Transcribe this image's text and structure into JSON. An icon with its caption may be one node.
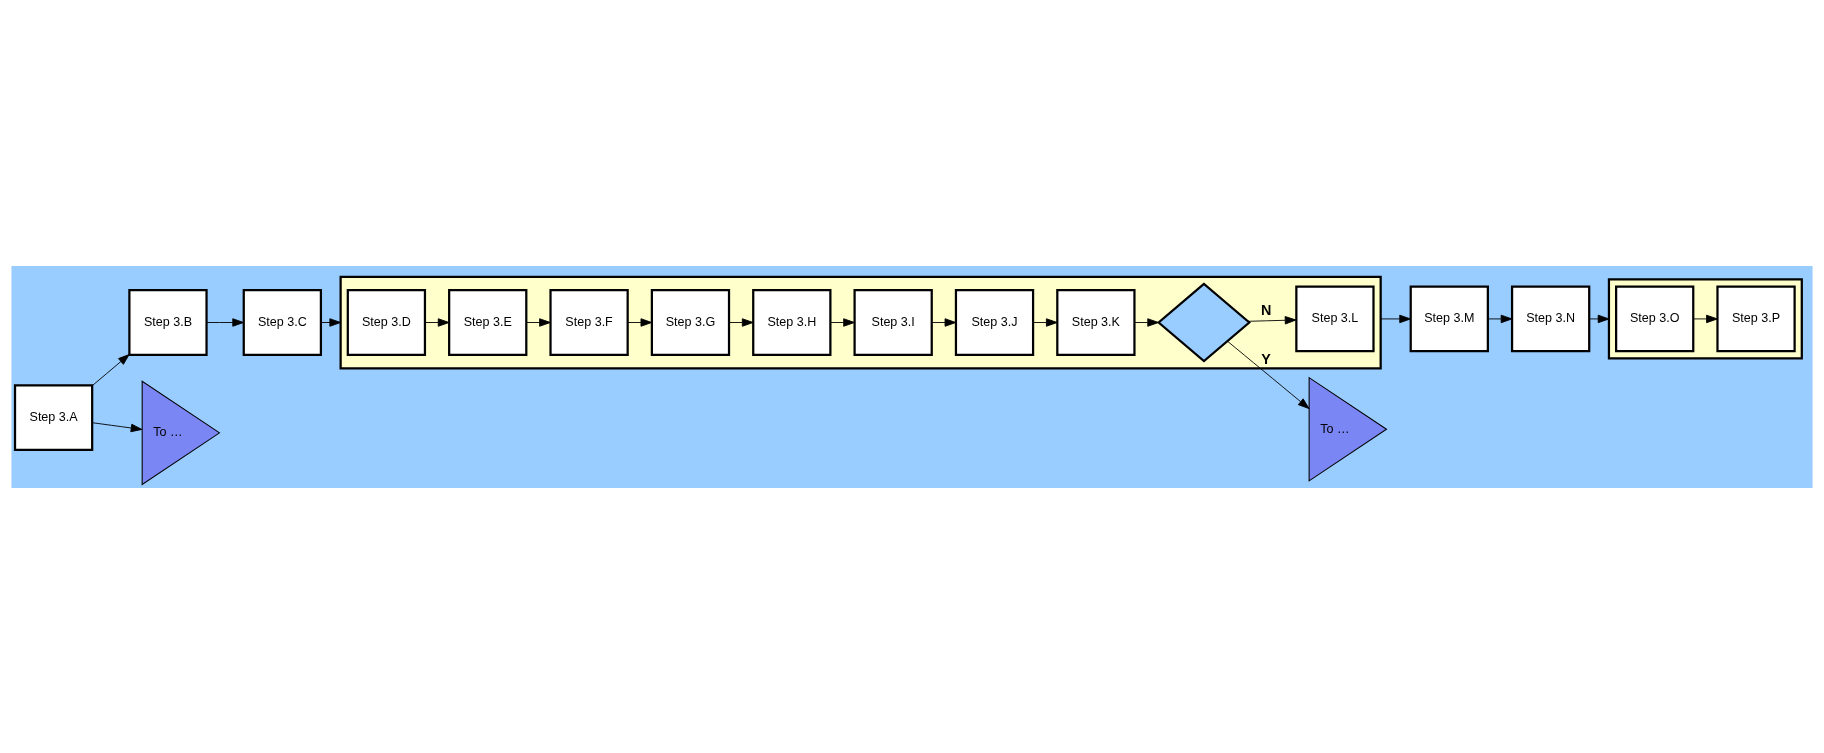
{
  "diagram": {
    "nodes": [
      {
        "text": [
          "Step 3.A"
        ]
      },
      {
        "text": [
          "Step 3.B"
        ]
      },
      {
        "text": [
          "Step 3.C"
        ]
      },
      {
        "text": [
          "To …"
        ]
      },
      {
        "text": [],
        "shape": "box"
      },
      {
        "text": [
          "Step 3.D"
        ],
        "in": 4
      },
      {
        "text": [
          "Step 3.E"
        ],
        "in": 4
      },
      {
        "text": [
          "Step 3.F"
        ],
        "in": 4
      },
      {
        "text": [
          "Step 3.G"
        ],
        "in": 4
      },
      {
        "text": [
          "Step 3.H"
        ],
        "in": 4
      },
      {
        "text": [
          "Step 3.I"
        ],
        "in": 4
      },
      {
        "text": [
          "Step 3.J"
        ],
        "in": 4
      },
      {
        "text": [
          "Step 3.K"
        ],
        "in": 4
      },
      {
        "text": [],
        "shape": "diamond",
        "in": 4
      },
      {
        "text": [
          "Step 3.L"
        ],
        "in": 4
      },
      {
        "text": [
          "To …"
        ]
      },
      {
        "text": [
          "Step 3.M"
        ]
      },
      {
        "text": [
          "Step 3.N"
        ]
      },
      {
        "text": [],
        "shape": "box"
      },
      {
        "text": [
          "Step 3.O"
        ],
        "in": 18
      },
      {
        "text": [
          "Step 3.P"
        ],
        "in": 18
      }
    ],
    "edges": [
      {
        "from": 0,
        "to": 1,
        "arrow": "to"
      },
      {
        "from": 1,
        "to": 2,
        "arrow": "to"
      },
      {
        "from": 2,
        "to": 4,
        "arrow": "to"
      },
      {
        "from": 0,
        "to": 3,
        "arrow": "to"
      },
      {
        "from": 5,
        "to": 6,
        "arrow": "to"
      },
      {
        "from": 6,
        "to": 7,
        "arrow": "to"
      },
      {
        "from": 7,
        "to": 8,
        "arrow": "to"
      },
      {
        "from": 8,
        "to": 9,
        "arrow": "to"
      },
      {
        "from": 9,
        "to": 10,
        "arrow": "to"
      },
      {
        "from": 10,
        "to": 11,
        "arrow": "to"
      },
      {
        "from": 11,
        "to": 12,
        "arrow": "to"
      },
      {
        "from": 12,
        "to": 13,
        "arrow": "to"
      },
      {
        "from": 13,
        "to": 14,
        "label": "N",
        "arrow": "to"
      },
      {
        "from": 13,
        "to": 15,
        "label": "Y",
        "arrow": "to"
      },
      {
        "from": 4,
        "to": 16,
        "arrow": "to"
      },
      {
        "from": 16,
        "to": 17,
        "arrow": "to"
      },
      {
        "from": 17,
        "to": 18,
        "arrow": "to"
      },
      {
        "from": 19,
        "to": 20,
        "arrow": "to"
      }
    ]
  }
}
